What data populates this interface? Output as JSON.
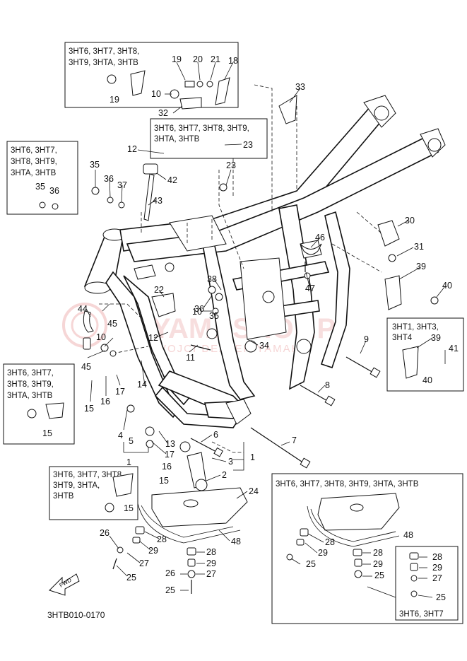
{
  "diagram_code": "3HTB010-0170",
  "watermark": {
    "text": "YAMASHOP.P",
    "sub": "VOJCI  DEALER YAMAHA"
  },
  "fwd_label": "FWD",
  "variant_boxes": {
    "top": [
      "3HT6, 3HT7, 3HT8,",
      "3HT9, 3HTA, 3HTB"
    ],
    "mid": [
      "3HT6, 3HT7, 3HT8, 3HT9,",
      "3HTA, 3HTB"
    ],
    "left_top": [
      "3HT6, 3HT7,",
      "3HT8, 3HT9,",
      "3HTA, 3HTB"
    ],
    "left_mid": [
      "3HT6, 3HT7,",
      "3HT8, 3HT9,",
      "3HTA, 3HTB"
    ],
    "right_small": [
      "3HT1, 3HT3,",
      "3HT4"
    ],
    "left_low": [
      "3HT6, 3HT7, 3HT8,",
      "3HT9, 3HTA,",
      "3HTB"
    ],
    "bottom_right": "3HT6, 3HT7, 3HT8, 3HT9, 3HTA, 3HTB",
    "bottom_right_inner": "3HT6, 3HT7"
  },
  "callouts": {
    "c1": "19",
    "c2": "20",
    "c3": "21",
    "c4": "18",
    "c5": "19",
    "c6": "10",
    "c7": "32",
    "c8": "33",
    "c9": "23",
    "c10": "23",
    "c11": "12",
    "c12": "42",
    "c13": "43",
    "c14": "35",
    "c15": "36",
    "c16": "37",
    "c17": "35",
    "c18": "36",
    "c19": "30",
    "c20": "46",
    "c21": "31",
    "c22": "39",
    "c23": "47",
    "c24": "40",
    "c25": "38",
    "c26": "22",
    "c27": "36",
    "c28": "35",
    "c29": "44",
    "c30": "45",
    "c31": "12",
    "c32": "10",
    "c33": "10",
    "c34": "11",
    "c35": "34",
    "c36": "45",
    "c37": "9",
    "c38": "39",
    "c39": "41",
    "c40": "40",
    "c41": "15",
    "c42": "16",
    "c43": "17",
    "c44": "14",
    "c45": "15",
    "c46": "8",
    "c47": "4",
    "c48": "5",
    "c49": "6",
    "c50": "13",
    "c51": "17",
    "c52": "16",
    "c53": "7",
    "c54": "3",
    "c55": "1",
    "c56": "1",
    "c57": "2",
    "c58": "15",
    "c59": "15",
    "c60": "24",
    "c61": "28",
    "c62": "29",
    "c63": "27",
    "c64": "25",
    "c65": "26",
    "c66": "48",
    "c67": "28",
    "c68": "29",
    "c69": "27",
    "c70": "26",
    "c71": "25",
    "c72": "48",
    "c73": "28",
    "c74": "29",
    "c75": "25",
    "c76": "28",
    "c77": "29",
    "c78": "25",
    "c79": "28",
    "c80": "29",
    "c81": "27",
    "c82": "25"
  }
}
